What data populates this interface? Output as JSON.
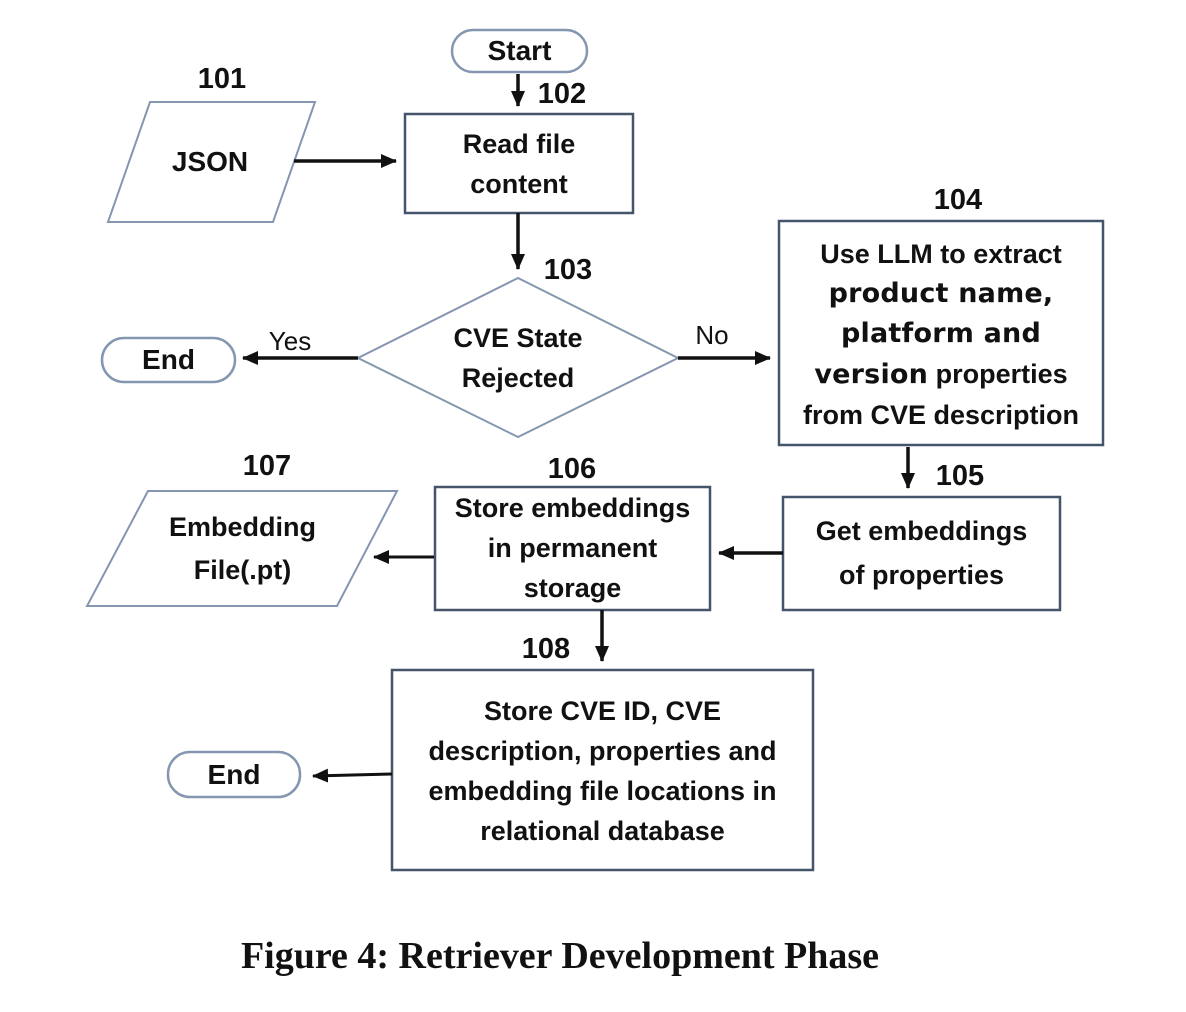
{
  "figure": {
    "caption": "Figure 4: Retriever Development Phase"
  },
  "colors": {
    "rect_border": "#44546A",
    "shape_border": "#8496B0",
    "arrow": "#111111",
    "text": "#111111",
    "background": "#ffffff"
  },
  "nodes": {
    "start": {
      "label": "Start"
    },
    "json_input": {
      "number": "101",
      "label": "JSON"
    },
    "read_file": {
      "number": "102",
      "line1": "Read file",
      "line2": "content"
    },
    "cve_state_rejected": {
      "number": "103",
      "line1": "CVE State",
      "line2": "Rejected"
    },
    "end_top": {
      "label": "End"
    },
    "llm_extract": {
      "number": "104",
      "line1": "Use LLM to extract",
      "line2": "product name,",
      "line3": "platform and",
      "line4_bold": "version",
      "line4_rest": "properties",
      "line5": "from CVE description"
    },
    "get_embeddings": {
      "number": "105",
      "line1": "Get embeddings",
      "line2": "of properties"
    },
    "store_embeddings": {
      "number": "106",
      "line1": "Store embeddings",
      "line2": "in permanent",
      "line3": "storage"
    },
    "embedding_file": {
      "number": "107",
      "line1": "Embedding",
      "line2": "File(.pt)"
    },
    "store_database": {
      "number": "108",
      "line1": "Store CVE ID, CVE",
      "line2": "description, properties and",
      "line3": "embedding file locations in",
      "line4": "relational database"
    },
    "end_bottom": {
      "label": "End"
    }
  },
  "edges": {
    "yes_label": "Yes",
    "no_label": "No"
  }
}
